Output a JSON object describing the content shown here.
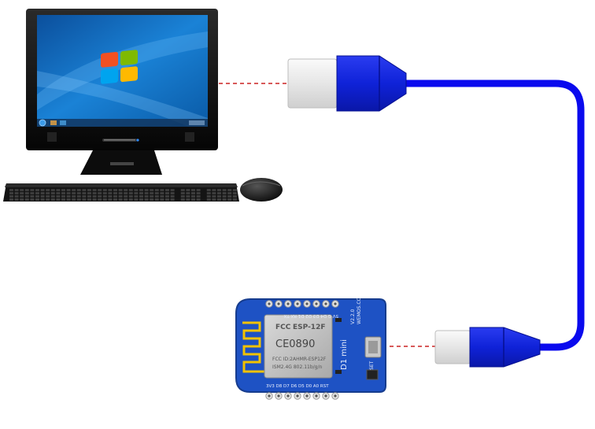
{
  "colors": {
    "cable": "#0a0aee",
    "connector_plug": "#0f1fd6",
    "usb_metal": "#f1f1f1",
    "board_blue": "#1e52c4",
    "board_dark": "#16398f",
    "dashed_link": "#cc2222",
    "monitor_frame": "#111111",
    "desktop_sky": "#1276c9"
  },
  "icons": {
    "computer": "desktop-monitor-icon",
    "keyboard": "keyboard-icon",
    "mouse": "mouse-icon",
    "os_logo": "windows-logo-icon",
    "board": "wemos-d1-mini-board-icon",
    "antenna": "pcb-antenna-icon",
    "usb_a": "usb-a-plug-icon",
    "micro_usb": "micro-usb-plug-icon"
  },
  "board": {
    "module_title": "ESP-12F",
    "module_brand": "FCC",
    "module_ce": "CE0890",
    "module_fcc": "FCC ID:2AHMR-ESP12F",
    "module_spec": "ISM2.4G 802.11b/g/n",
    "name": "D1 mini",
    "version": "V2.2.0",
    "maker": "WEMOS.CC",
    "reset_label": "RESET",
    "top_pins": "5V G D4 D3 D2 D1 RX TX",
    "bottom_pins": "3V3 D8 D7 D6 D5 D0 A0 RST"
  }
}
